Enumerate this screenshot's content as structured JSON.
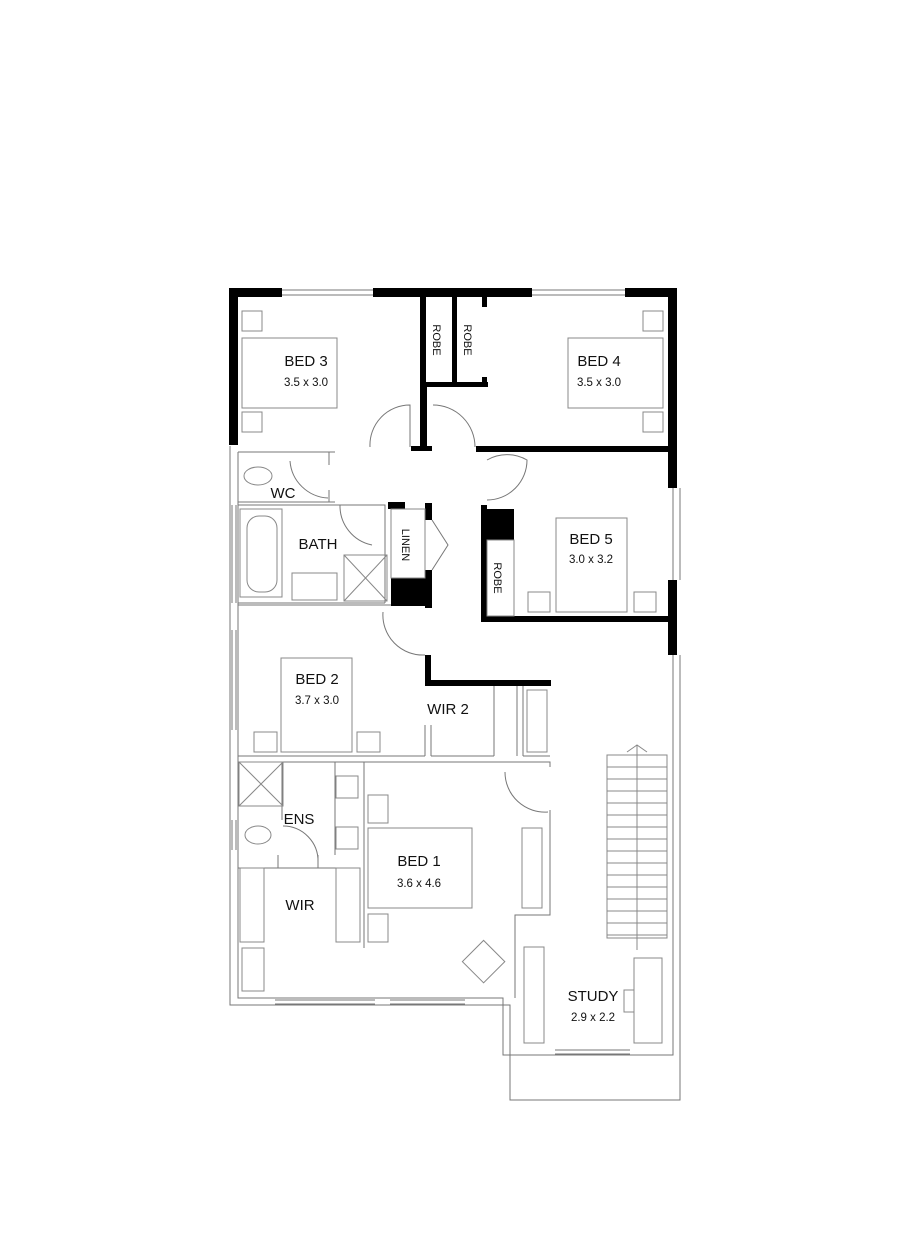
{
  "plan": {
    "rooms": [
      {
        "name": "BED 3",
        "size": "3.5 x 3.0"
      },
      {
        "name": "BED 4",
        "size": "3.5 x 3.0"
      },
      {
        "name": "BED 5",
        "size": "3.0 x 3.2"
      },
      {
        "name": "BED 2",
        "size": "3.7 x 3.0"
      },
      {
        "name": "BED 1",
        "size": "3.6 x 4.6"
      },
      {
        "name": "STUDY",
        "size": "2.9 x 2.2"
      }
    ],
    "labels": {
      "robe": "ROBE",
      "wc": "WC",
      "bath": "BATH",
      "linen": "LINEN",
      "wir2": "WIR 2",
      "ens": "ENS",
      "wir": "WIR"
    },
    "colors": {
      "wall": "#000000",
      "line": "#777777"
    }
  }
}
